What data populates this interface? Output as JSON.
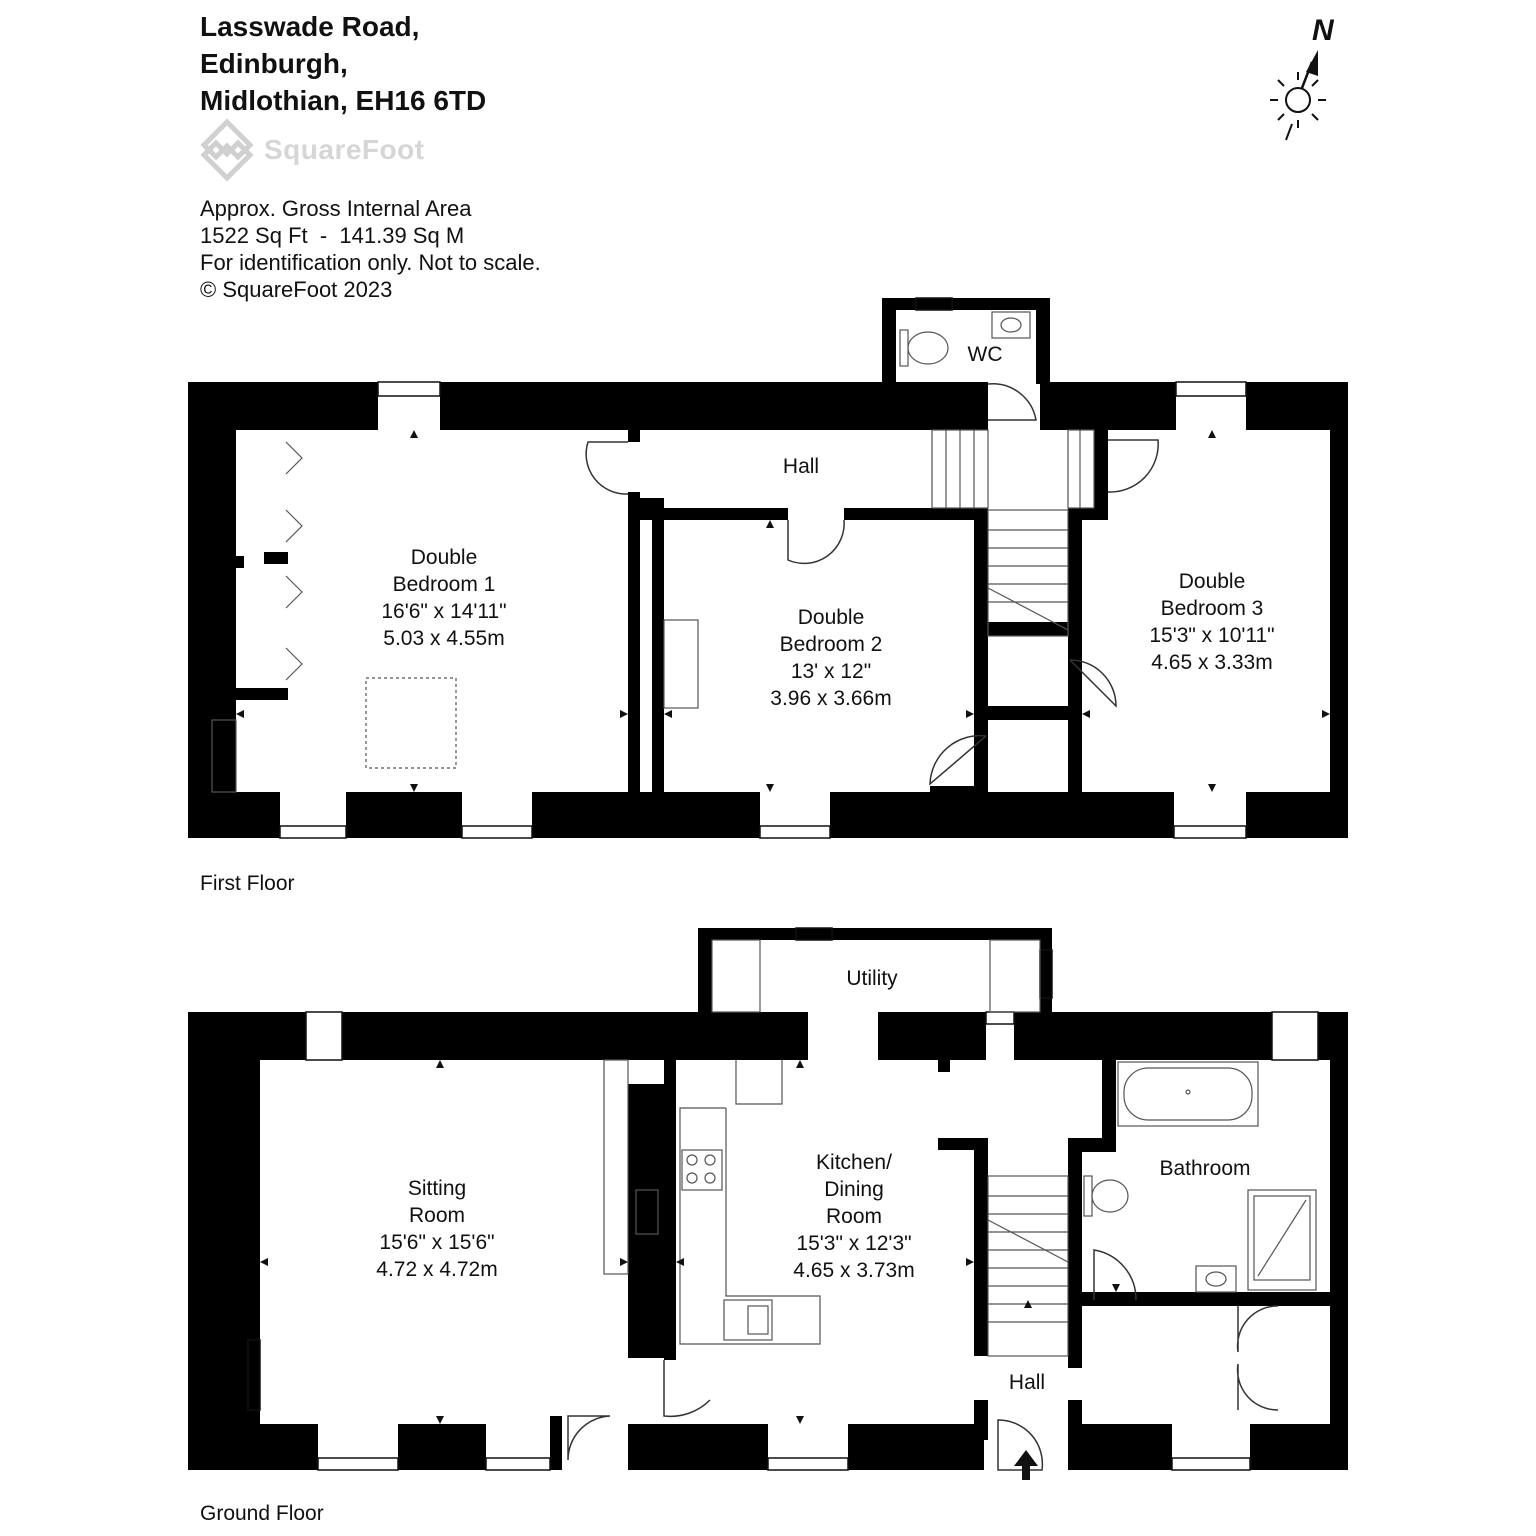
{
  "address": {
    "line1": "Lasswade Road,",
    "line2": "Edinburgh,",
    "line3": "Midlothian, EH16 6TD"
  },
  "brand": {
    "name": "SquareFoot",
    "icon": "squarefoot-logo-icon"
  },
  "info": {
    "area_title": "Approx. Gross Internal Area",
    "area_value": "1522 Sq Ft  -  141.39 Sq M",
    "disclaimer": "For identification only. Not to scale.",
    "copyright": "© SquareFoot 2023"
  },
  "compass": {
    "label": "N",
    "icon": "north-compass-icon"
  },
  "floors": {
    "first": {
      "label": "First Floor",
      "rooms": {
        "bed1": {
          "name1": "Double",
          "name2": "Bedroom 1",
          "imperial": "16'6\" x 14'11\"",
          "metric": "5.03 x 4.55m"
        },
        "bed2": {
          "name1": "Double",
          "name2": "Bedroom 2",
          "imperial": "13' x 12\"",
          "metric": "3.96 x 3.66m"
        },
        "bed3": {
          "name1": "Double",
          "name2": "Bedroom 3",
          "imperial": "15'3\" x 10'11\"",
          "metric": "4.65 x 3.33m"
        },
        "hall": {
          "name": "Hall"
        },
        "wc": {
          "name": "WC"
        }
      }
    },
    "ground": {
      "label": "Ground Floor",
      "rooms": {
        "sitting": {
          "name1": "Sitting",
          "name2": "Room",
          "imperial": "15'6\" x 15'6\"",
          "metric": "4.72 x 4.72m"
        },
        "kitchen": {
          "name1": "Kitchen/",
          "name2": "Dining",
          "name3": "Room",
          "imperial": "15'3\" x 12'3\"",
          "metric": "4.65 x 3.73m"
        },
        "utility": {
          "name": "Utility"
        },
        "bathroom": {
          "name": "Bathroom"
        },
        "hall": {
          "name": "Hall"
        }
      }
    }
  }
}
